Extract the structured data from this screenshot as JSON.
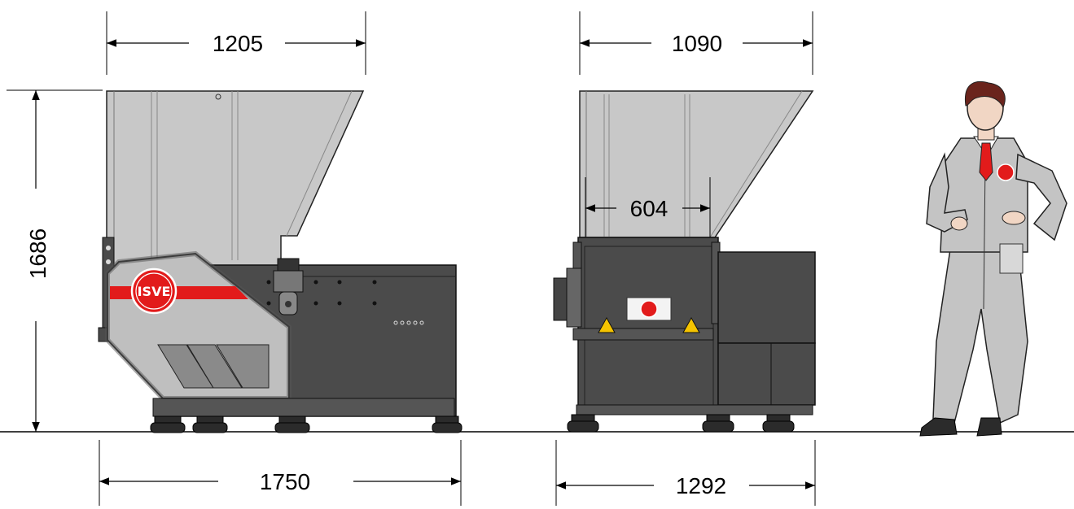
{
  "dimensions": {
    "top_left_width": "1205",
    "top_right_width": "1090",
    "height": "1686",
    "inner_width": "604",
    "bottom_left_length": "1750",
    "bottom_right_length": "1292"
  },
  "brand": {
    "logo_text": "ISVE",
    "red": "#e21b1b",
    "body_grey": "#4a4a4a",
    "hopper_grey": "#c9c9c9"
  }
}
